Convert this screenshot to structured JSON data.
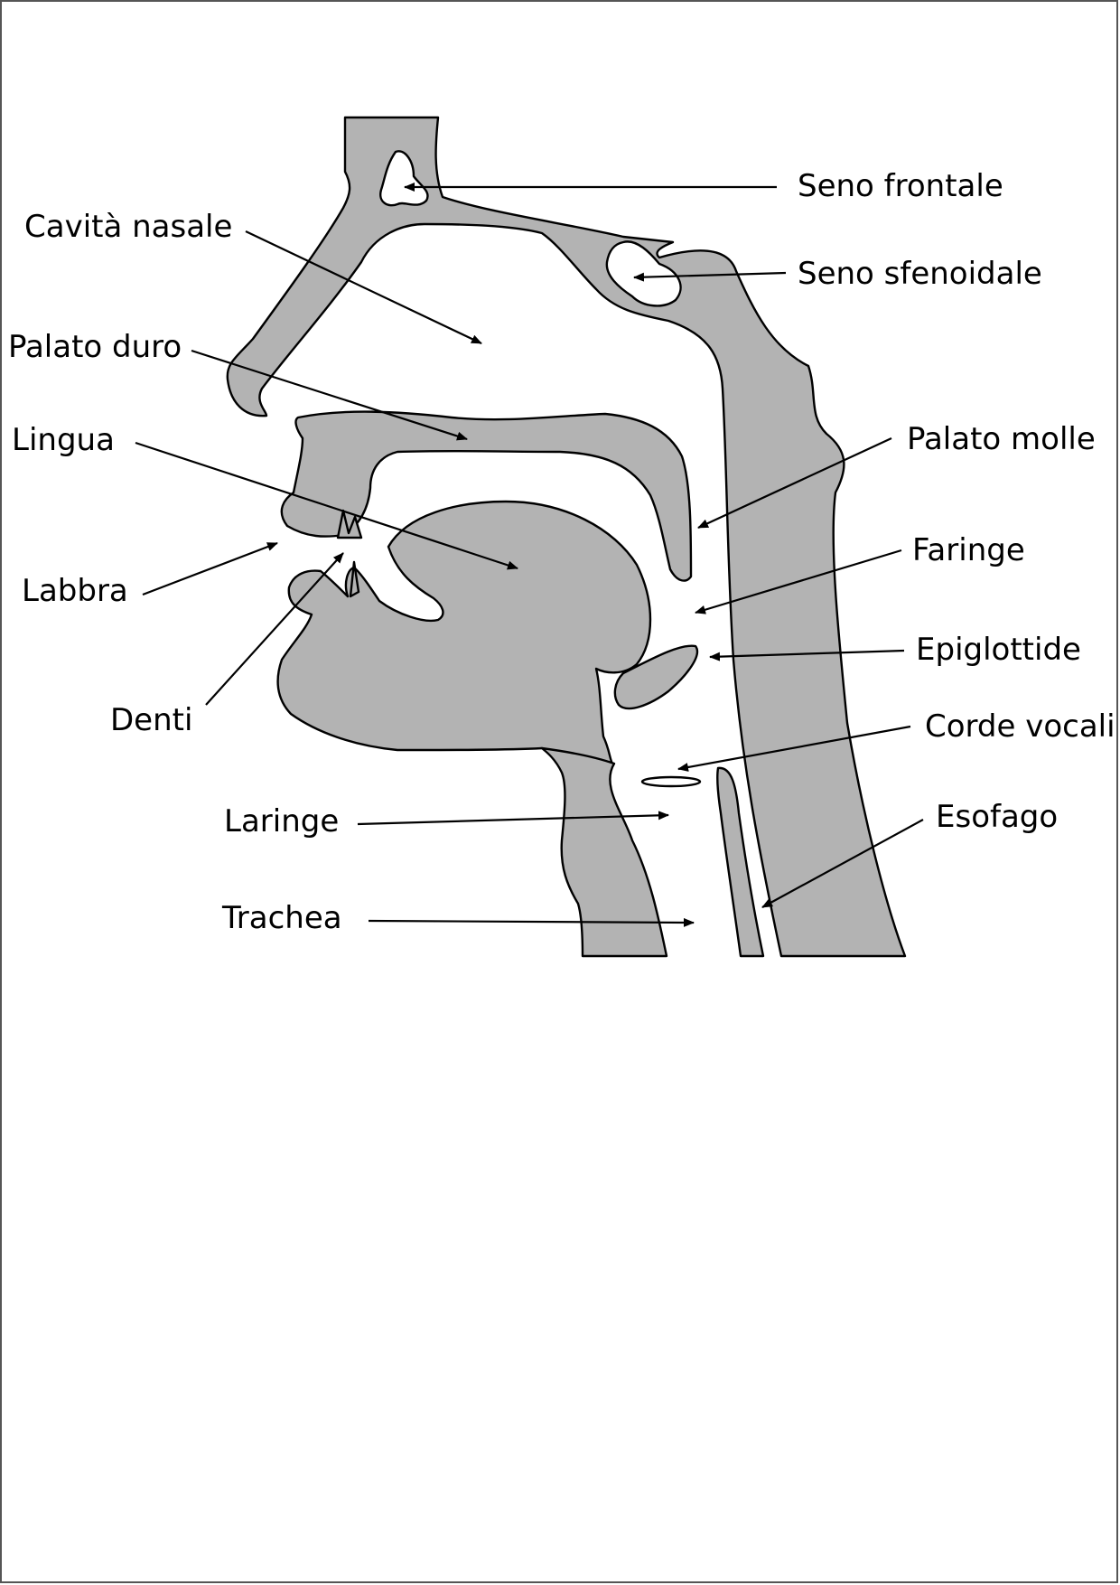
{
  "diagram": {
    "colors": {
      "tissue": "#b3b3b3",
      "outline": "#000000",
      "background": "#ffffff",
      "page_border": "#555555"
    },
    "labels": {
      "frontal_sinus": "Seno frontale",
      "nasal_cavity": "Cavità nasale",
      "sphenoid_sinus": "Seno sfenoidale",
      "hard_palate": "Palato duro",
      "tongue": "Lingua",
      "soft_palate": "Palato molle",
      "pharynx": "Faringe",
      "lips": "Labbra",
      "epiglottis": "Epiglottide",
      "teeth": "Denti",
      "vocal_cords": "Corde vocali",
      "larynx": "Laringe",
      "esophagus": "Esofago",
      "trachea": "Trachea"
    }
  }
}
